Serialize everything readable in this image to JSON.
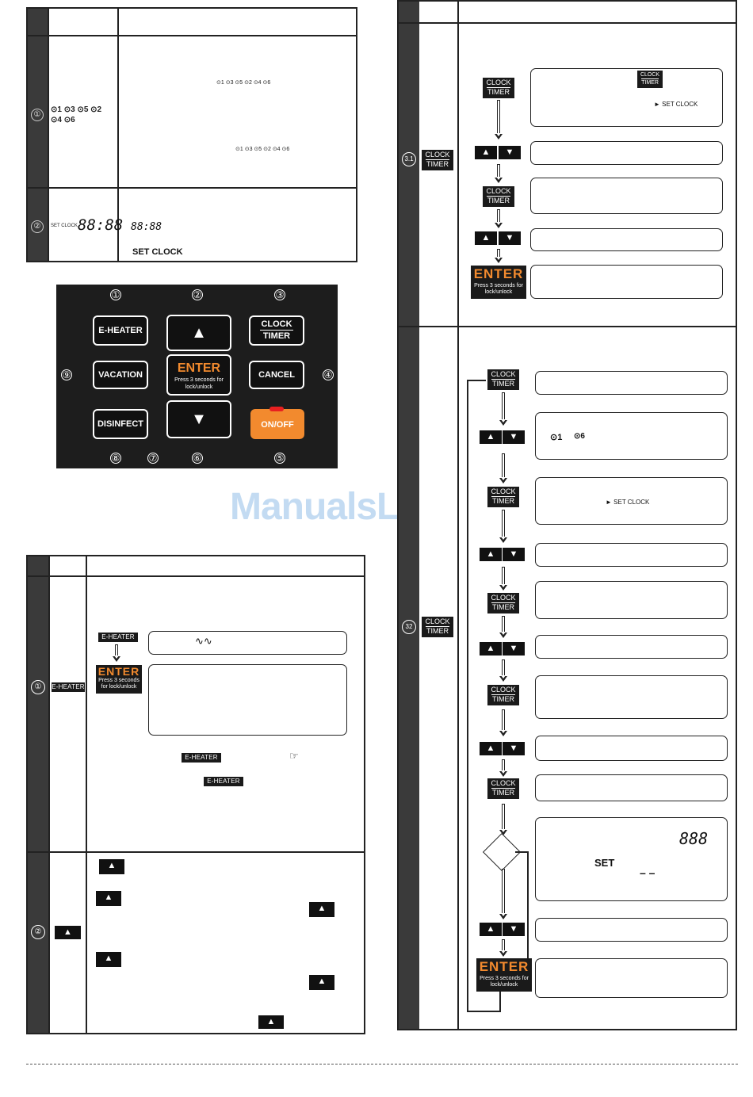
{
  "top_left_table": {
    "row1_num": "①",
    "row2_num": "②",
    "row2_icon_label": "SET CLOCK",
    "row2_icon_digits": "88:88",
    "row2_desc_digits": "88:88",
    "row2_desc_label": "SET CLOCK",
    "timer_icons": "⊙1 ⊙3 ⊙5 ⊙2 ⊙4 ⊙6"
  },
  "panel": {
    "buttons": {
      "eheater": "E-HEATER",
      "clock_top": "CLOCK",
      "clock_bottom": "TIMER",
      "vacation": "VACATION",
      "enter": "ENTER",
      "enter_sub": "Press 3 seconds for lock/unlock",
      "cancel": "CANCEL",
      "disinfect": "DISINFECT",
      "onoff": "ON/OFF",
      "up": "▲",
      "down": "▼"
    },
    "numbers": [
      "①",
      "②",
      "③",
      "④",
      "⑤",
      "⑥",
      "⑦",
      "⑧",
      "⑨"
    ]
  },
  "watermark": "ManualsLib.de",
  "bottom_left_table": {
    "row1_num": "①",
    "row1_btn": "E-HEATER",
    "row2_num": "②",
    "flow_btn": "E-HEATER",
    "enter": "ENTER",
    "enter_sub": "Press 3 seconds for lock/unlock",
    "inline_btn1": "E-HEATER",
    "inline_btn2": "E-HEATER",
    "up": "▲"
  },
  "right_table": {
    "row31_num": "3.1",
    "row32_num": "32",
    "clock": "CLOCK",
    "timer": "TIMER",
    "set_clock": "► SET CLOCK",
    "enter": "ENTER",
    "enter_sub": "Press 3 seconds for lock/unlock",
    "up": "▲",
    "down": "▼",
    "timer_icon1": "⊙1",
    "timer_icon6": "⊙6",
    "digits": "888",
    "set_label": "SET",
    "dash": "– –"
  }
}
